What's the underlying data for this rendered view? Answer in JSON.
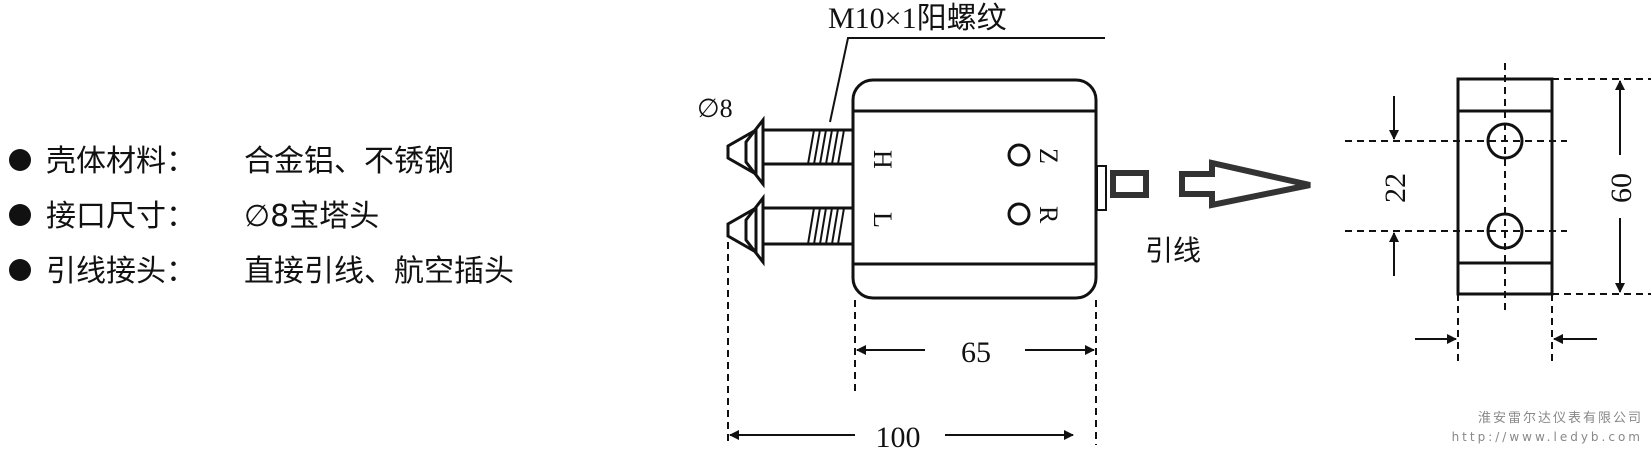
{
  "specs": [
    {
      "label": "壳体材料：",
      "value": "合金铝、不锈钢"
    },
    {
      "label": "接口尺寸：",
      "value": "∅8宝塔头"
    },
    {
      "label": "引线接头：",
      "value": "直接引线、航空插头"
    }
  ],
  "drawing": {
    "thread_label": "M10×1阳螺纹",
    "diameter_label": "∅8",
    "port_high": "H",
    "port_low": "L",
    "zero_label": "Z",
    "range_label": "R",
    "lead_label": "引线",
    "dim_body_width": "65",
    "dim_total_width": "100",
    "dim_hole_spacing": "22",
    "dim_height": "60"
  },
  "watermark": {
    "company": "淮安雷尔达仪表有限公司",
    "url": "http://www.ledyb.com"
  }
}
